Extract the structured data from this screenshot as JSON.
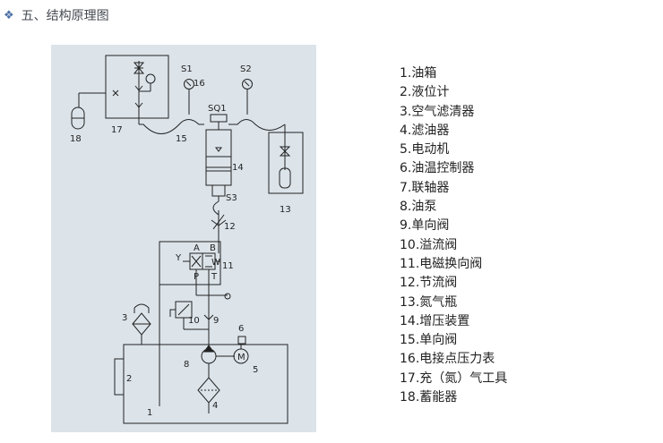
{
  "header": {
    "bullet": "❖",
    "title": "五、结构原理图"
  },
  "diagram": {
    "labels": {
      "s1": "S1",
      "s2": "S2",
      "sq1": "SQ1",
      "s3": "S3",
      "n1": "1",
      "n2": "2",
      "n3": "3",
      "n4": "4",
      "n5": "5",
      "n6": "6",
      "n8": "8",
      "n9": "9",
      "n10": "10",
      "n11": "11",
      "n12": "12",
      "n13": "13",
      "n14": "14",
      "n15": "15",
      "n16": "16",
      "n17": "17",
      "n18": "18",
      "port_a": "A",
      "port_b": "B",
      "port_p": "P",
      "port_t": "T",
      "port_w": "W",
      "port_y": "Y",
      "motor": "M"
    }
  },
  "legend": [
    "1.油箱",
    "2.液位计",
    "3.空气滤清器",
    "4.滤油器",
    "5.电动机",
    "6.油温控制器",
    "7.联轴器",
    "8.油泵",
    "9.单向阀",
    "10.溢流阀",
    "11.电磁换向阀",
    "12.节流阀",
    "13.氮气瓶",
    "14.增压装置",
    "15.单向阀",
    "16.电接点压力表",
    "17.充（氮）气工具",
    "18.蓄能器"
  ]
}
